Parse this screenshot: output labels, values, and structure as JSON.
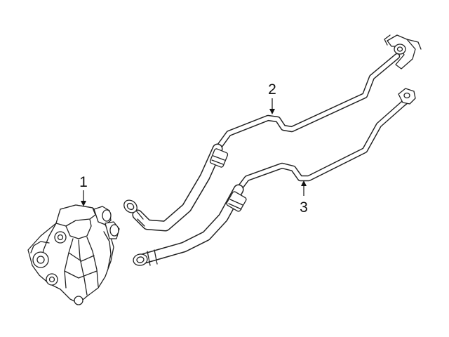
{
  "diagram": {
    "parts": [
      {
        "number": "1",
        "part": "oil-cooler"
      },
      {
        "number": "2",
        "part": "upper-cooler-line"
      },
      {
        "number": "3",
        "part": "lower-cooler-line"
      }
    ],
    "colors": {
      "line": "#222222",
      "background": "#ffffff"
    }
  }
}
